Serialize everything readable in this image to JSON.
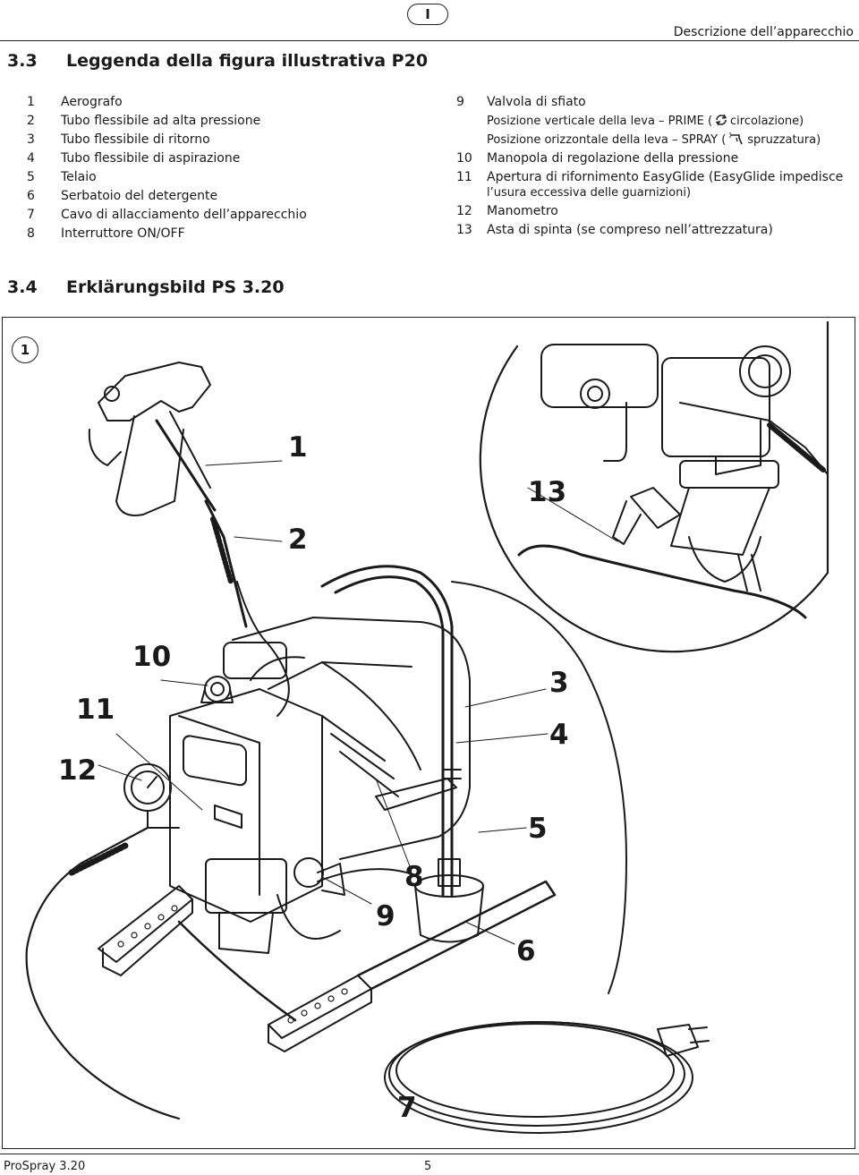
{
  "header": {
    "language_badge": "I",
    "section_title": "Descrizione dell’apparecchio"
  },
  "section_p20": {
    "number": "3.3",
    "title": "Leggenda della figura illustrativa P20",
    "left_items": [
      {
        "num": "1",
        "text": "Aerografo"
      },
      {
        "num": "2",
        "text": "Tubo flessibile ad alta pressione"
      },
      {
        "num": "3",
        "text": "Tubo flessibile di ritorno"
      },
      {
        "num": "4",
        "text": "Tubo flessibile di aspirazione"
      },
      {
        "num": "5",
        "text": "Telaio"
      },
      {
        "num": "6",
        "text": "Serbatoio del detergente"
      },
      {
        "num": "7",
        "text": "Cavo di allacciamento dell’apparecchio"
      },
      {
        "num": "8",
        "text": "Interruttore ON/OFF"
      }
    ],
    "right_items": {
      "item9": {
        "num": "9",
        "text": "Valvola di sfiato"
      },
      "item9_line1_a": "Posizione verticale della leva – PRIME (",
      "item9_line1_b": "circolazione)",
      "item9_line2_a": "Posizione orizzontale della leva – SPRAY (",
      "item9_line2_b": "spruzzatura)",
      "item10": {
        "num": "10",
        "text": "Manopola di regolazione della pressione"
      },
      "item11": {
        "num": "11",
        "text": "Apertura di rifornimento EasyGlide (EasyGlide impedisce"
      },
      "item11_cont": "l’usura eccessiva delle guarnizioni)",
      "item12": {
        "num": "12",
        "text": "Manometro"
      },
      "item13": {
        "num": "13",
        "text": "Asta di spinta (se compreso nell’attrezzatura)"
      }
    }
  },
  "section_ps": {
    "number": "3.4",
    "title": "Erklärungsbild PS 3.20"
  },
  "figure": {
    "badge": "1",
    "callouts": {
      "c1": "1",
      "c2": "2",
      "c3": "3",
      "c4": "4",
      "c5": "5",
      "c6": "6",
      "c7": "7",
      "c8": "8",
      "c9": "9",
      "c10": "10",
      "c11": "11",
      "c12": "12",
      "c13": "13"
    }
  },
  "footer": {
    "product": "ProSpray 3.20",
    "page": "5"
  }
}
